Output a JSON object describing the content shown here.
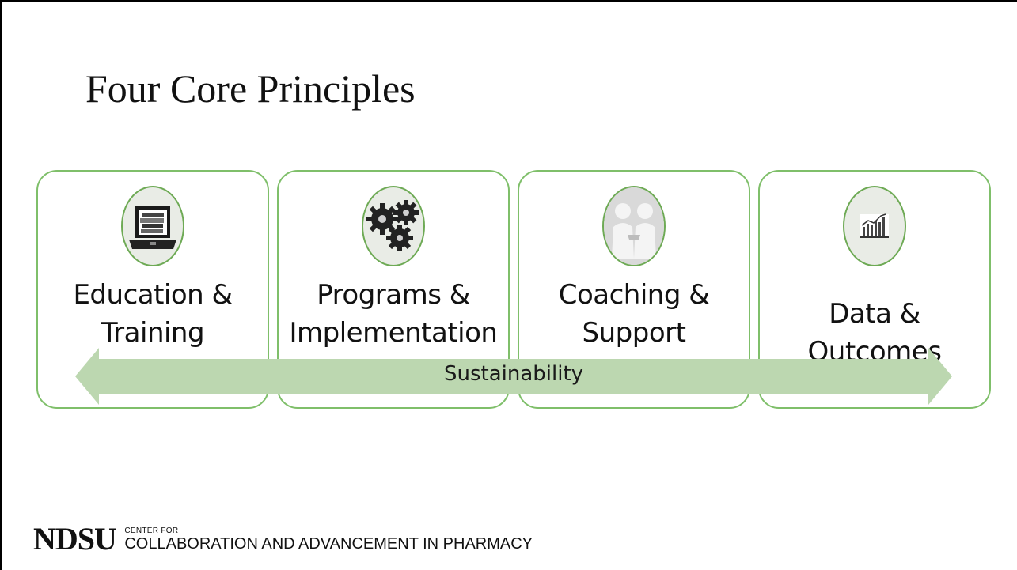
{
  "slide": {
    "title": "Four Core Principles"
  },
  "cards": [
    {
      "line1": "Education &",
      "line2": "Training",
      "icon": "laptop-books-icon"
    },
    {
      "line1": "Programs &",
      "line2": "Implementation",
      "icon": "gears-icon"
    },
    {
      "line1": "Coaching &",
      "line2": "Support",
      "icon": "coaching-people-icon"
    },
    {
      "line1": "Data & Outcomes",
      "line2": "",
      "icon": "bar-chart-icon"
    }
  ],
  "arrow": {
    "label": "Sustainability",
    "color": "#bcd7b0"
  },
  "footer": {
    "logo_mark": "NDSU",
    "logo_small": "CENTER FOR",
    "logo_large": "COLLABORATION AND ADVANCEMENT IN PHARMACY"
  },
  "colors": {
    "card_border": "#7fbf6a",
    "icon_border": "#6eaa55"
  }
}
